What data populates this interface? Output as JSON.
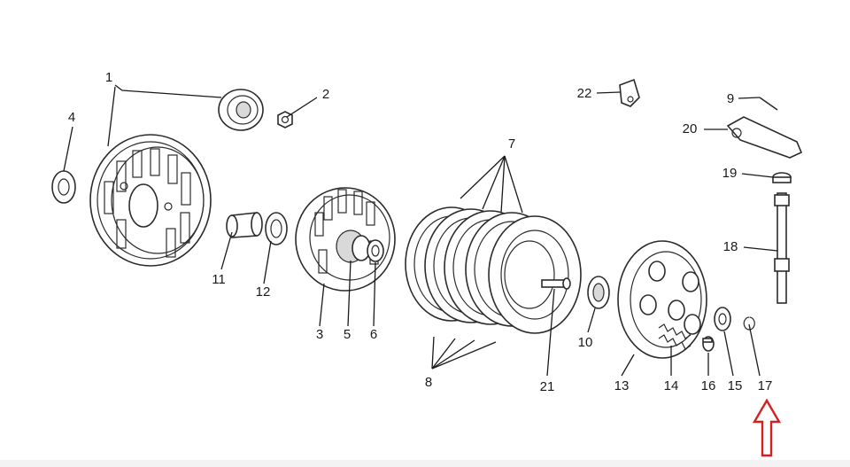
{
  "callouts": [
    {
      "id": "1",
      "text": "1"
    },
    {
      "id": "2",
      "text": "2"
    },
    {
      "id": "3",
      "text": "3"
    },
    {
      "id": "4",
      "text": "4"
    },
    {
      "id": "5",
      "text": "5"
    },
    {
      "id": "6",
      "text": "6"
    },
    {
      "id": "7",
      "text": "7"
    },
    {
      "id": "8",
      "text": "8"
    },
    {
      "id": "9",
      "text": "9"
    },
    {
      "id": "10",
      "text": "10"
    },
    {
      "id": "11",
      "text": "11"
    },
    {
      "id": "12",
      "text": "12"
    },
    {
      "id": "13",
      "text": "13"
    },
    {
      "id": "14",
      "text": "14"
    },
    {
      "id": "15",
      "text": "15"
    },
    {
      "id": "16",
      "text": "16"
    },
    {
      "id": "17",
      "text": "17"
    },
    {
      "id": "18",
      "text": "18"
    },
    {
      "id": "19",
      "text": "19"
    },
    {
      "id": "20",
      "text": "20"
    },
    {
      "id": "21",
      "text": "21"
    },
    {
      "id": "22",
      "text": "22"
    }
  ],
  "highlight": {
    "target": "17",
    "color": "#d42020",
    "icon": "up-arrow-icon"
  },
  "colors": {
    "ink": "#1a1a1a",
    "accent": "#d42020"
  }
}
